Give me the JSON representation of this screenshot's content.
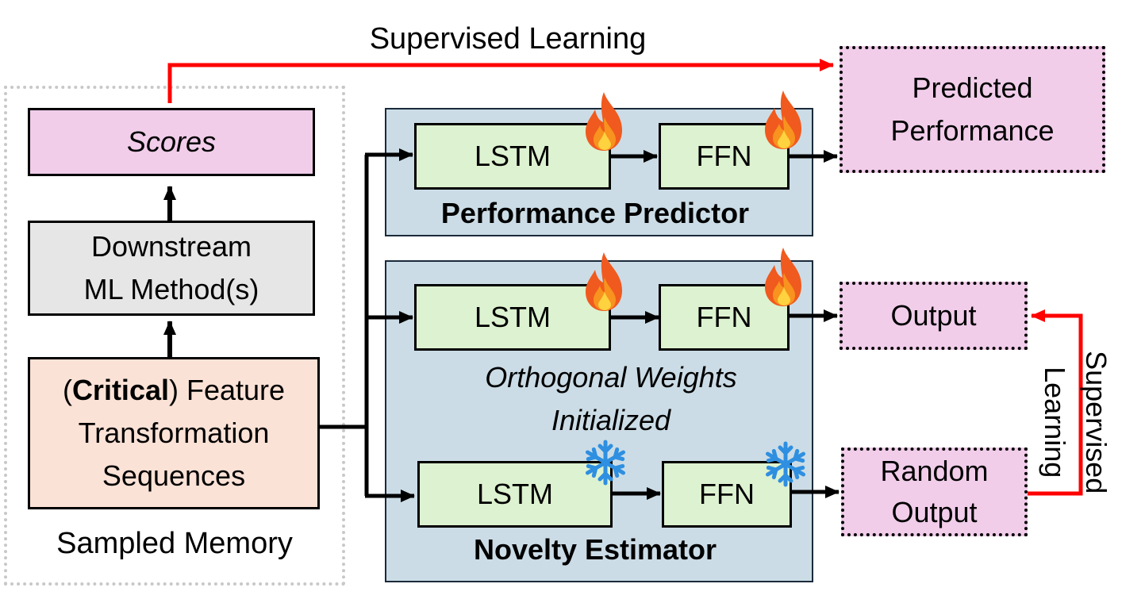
{
  "top_label": "Supervised Learning",
  "side_label_line1": "Supervised",
  "side_label_line2": "Learning",
  "memory": {
    "caption": "Sampled Memory",
    "scores": "Scores",
    "downstream_line1": "Downstream",
    "downstream_line2": "ML Method(s)",
    "sequences_open": "(",
    "sequences_bold": "Critical",
    "sequences_rest": ") Feature",
    "sequences_line2": "Transformation",
    "sequences_line3": "Sequences"
  },
  "predictor": {
    "title": "Performance Predictor",
    "lstm": "LSTM",
    "ffn": "FFN"
  },
  "estimator": {
    "title": "Novelty Estimator",
    "lstm_trainable": "LSTM",
    "ffn_trainable": "FFN",
    "orthogonal_line1": "Orthogonal Weights",
    "orthogonal_line2": "Initialized",
    "lstm_frozen": "LSTM",
    "ffn_frozen": "FFN"
  },
  "outputs": {
    "predicted_line1": "Predicted",
    "predicted_line2": "Performance",
    "output": "Output",
    "random_line1": "Random",
    "random_line2": "Output"
  },
  "icons": {
    "trainable": "flame-icon",
    "frozen": "snowflake-icon"
  },
  "colors": {
    "supervised_arrow": "#ff0000",
    "panel": "#cbdce6",
    "module": "#ddf2d0",
    "output": "#f1cdea",
    "sequence": "#fbe2d6",
    "downstream": "#e6e6e6"
  }
}
